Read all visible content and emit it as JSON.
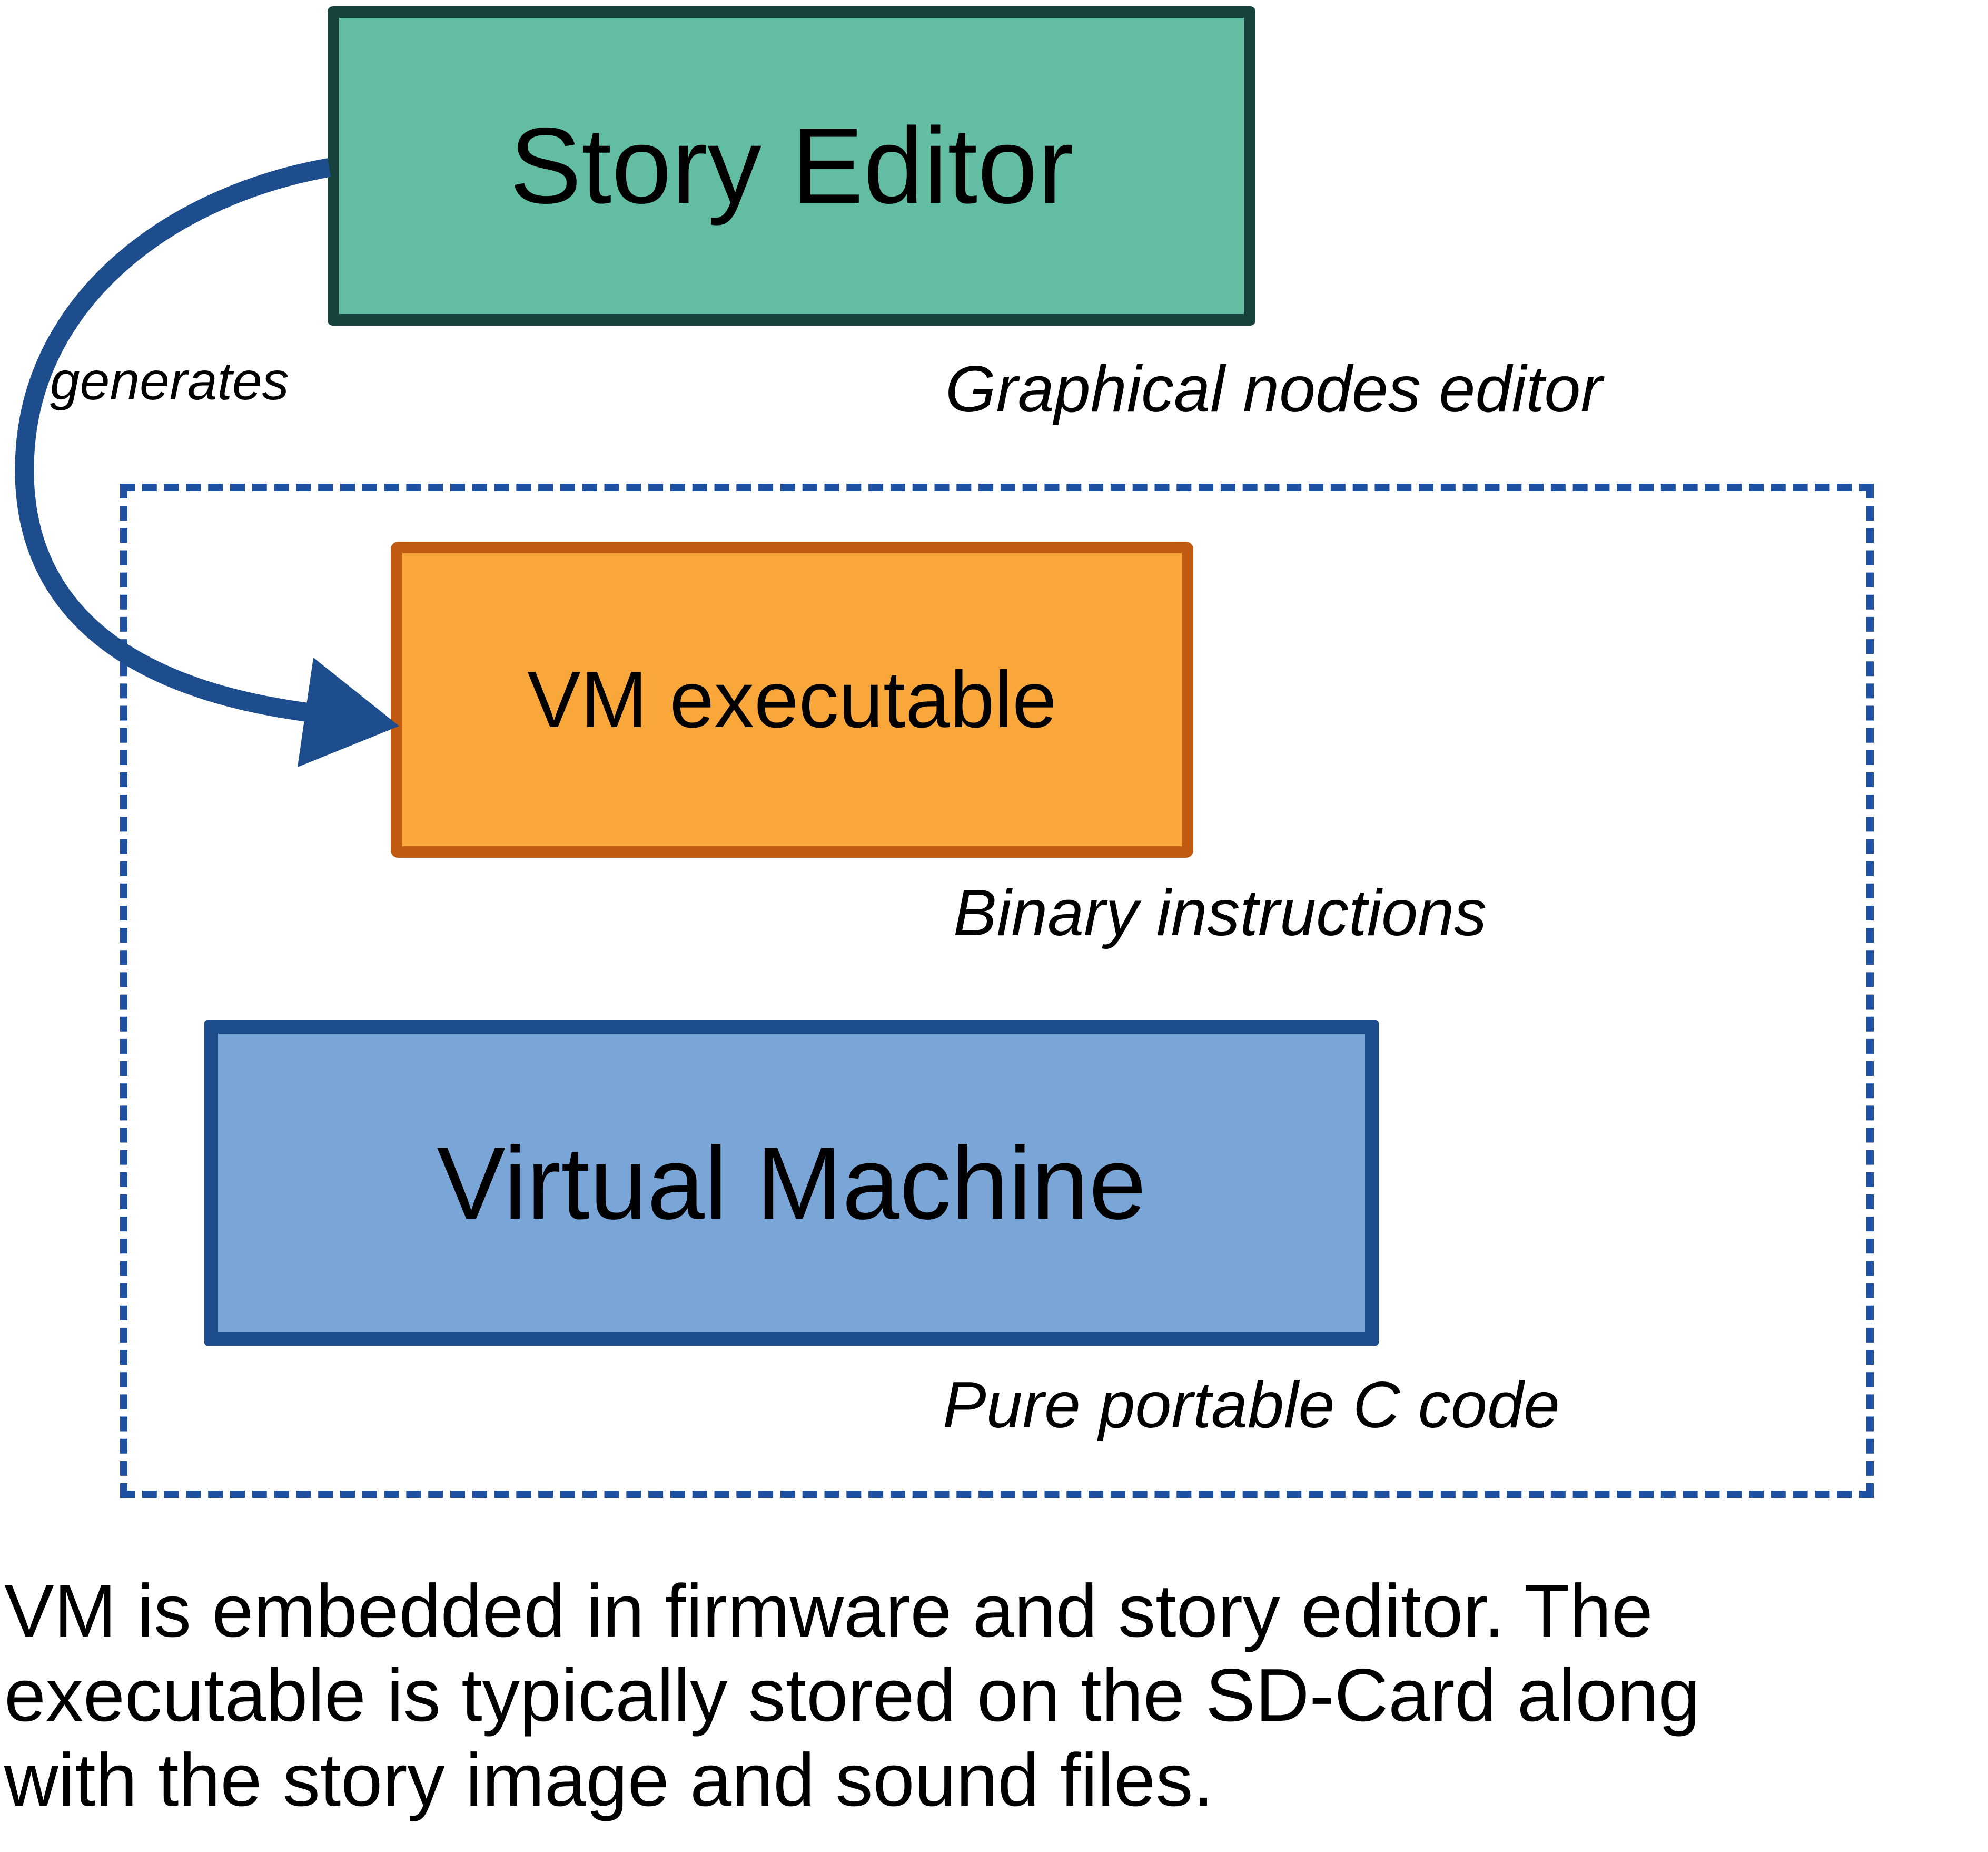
{
  "diagram": {
    "nodes": {
      "story_editor": {
        "label": "Story Editor",
        "fill": "#62bda2",
        "border": "#16413d"
      },
      "vm_executable": {
        "label": "VM executable",
        "fill": "#f9a73b",
        "border": "#c05a11"
      },
      "virtual_machine": {
        "label": "Virtual Machine",
        "fill": "#7aa6d7",
        "border": "#1e4d8e"
      }
    },
    "labels": {
      "generates": "generates",
      "graphical_nodes_editor": "Graphical nodes editor",
      "binary_instructions": "Binary instructions",
      "pure_portable_c_code": "Pure portable C code"
    },
    "colors": {
      "arrow": "#1e4d8e",
      "dashed_border": "#2050a0",
      "text": "#000000",
      "background": "#ffffff"
    },
    "caption": {
      "lines": [
        "VM is embedded in firmware and story editor. The",
        "executable is typically stored on the SD-Card along",
        "with the story image and sound files."
      ]
    }
  }
}
